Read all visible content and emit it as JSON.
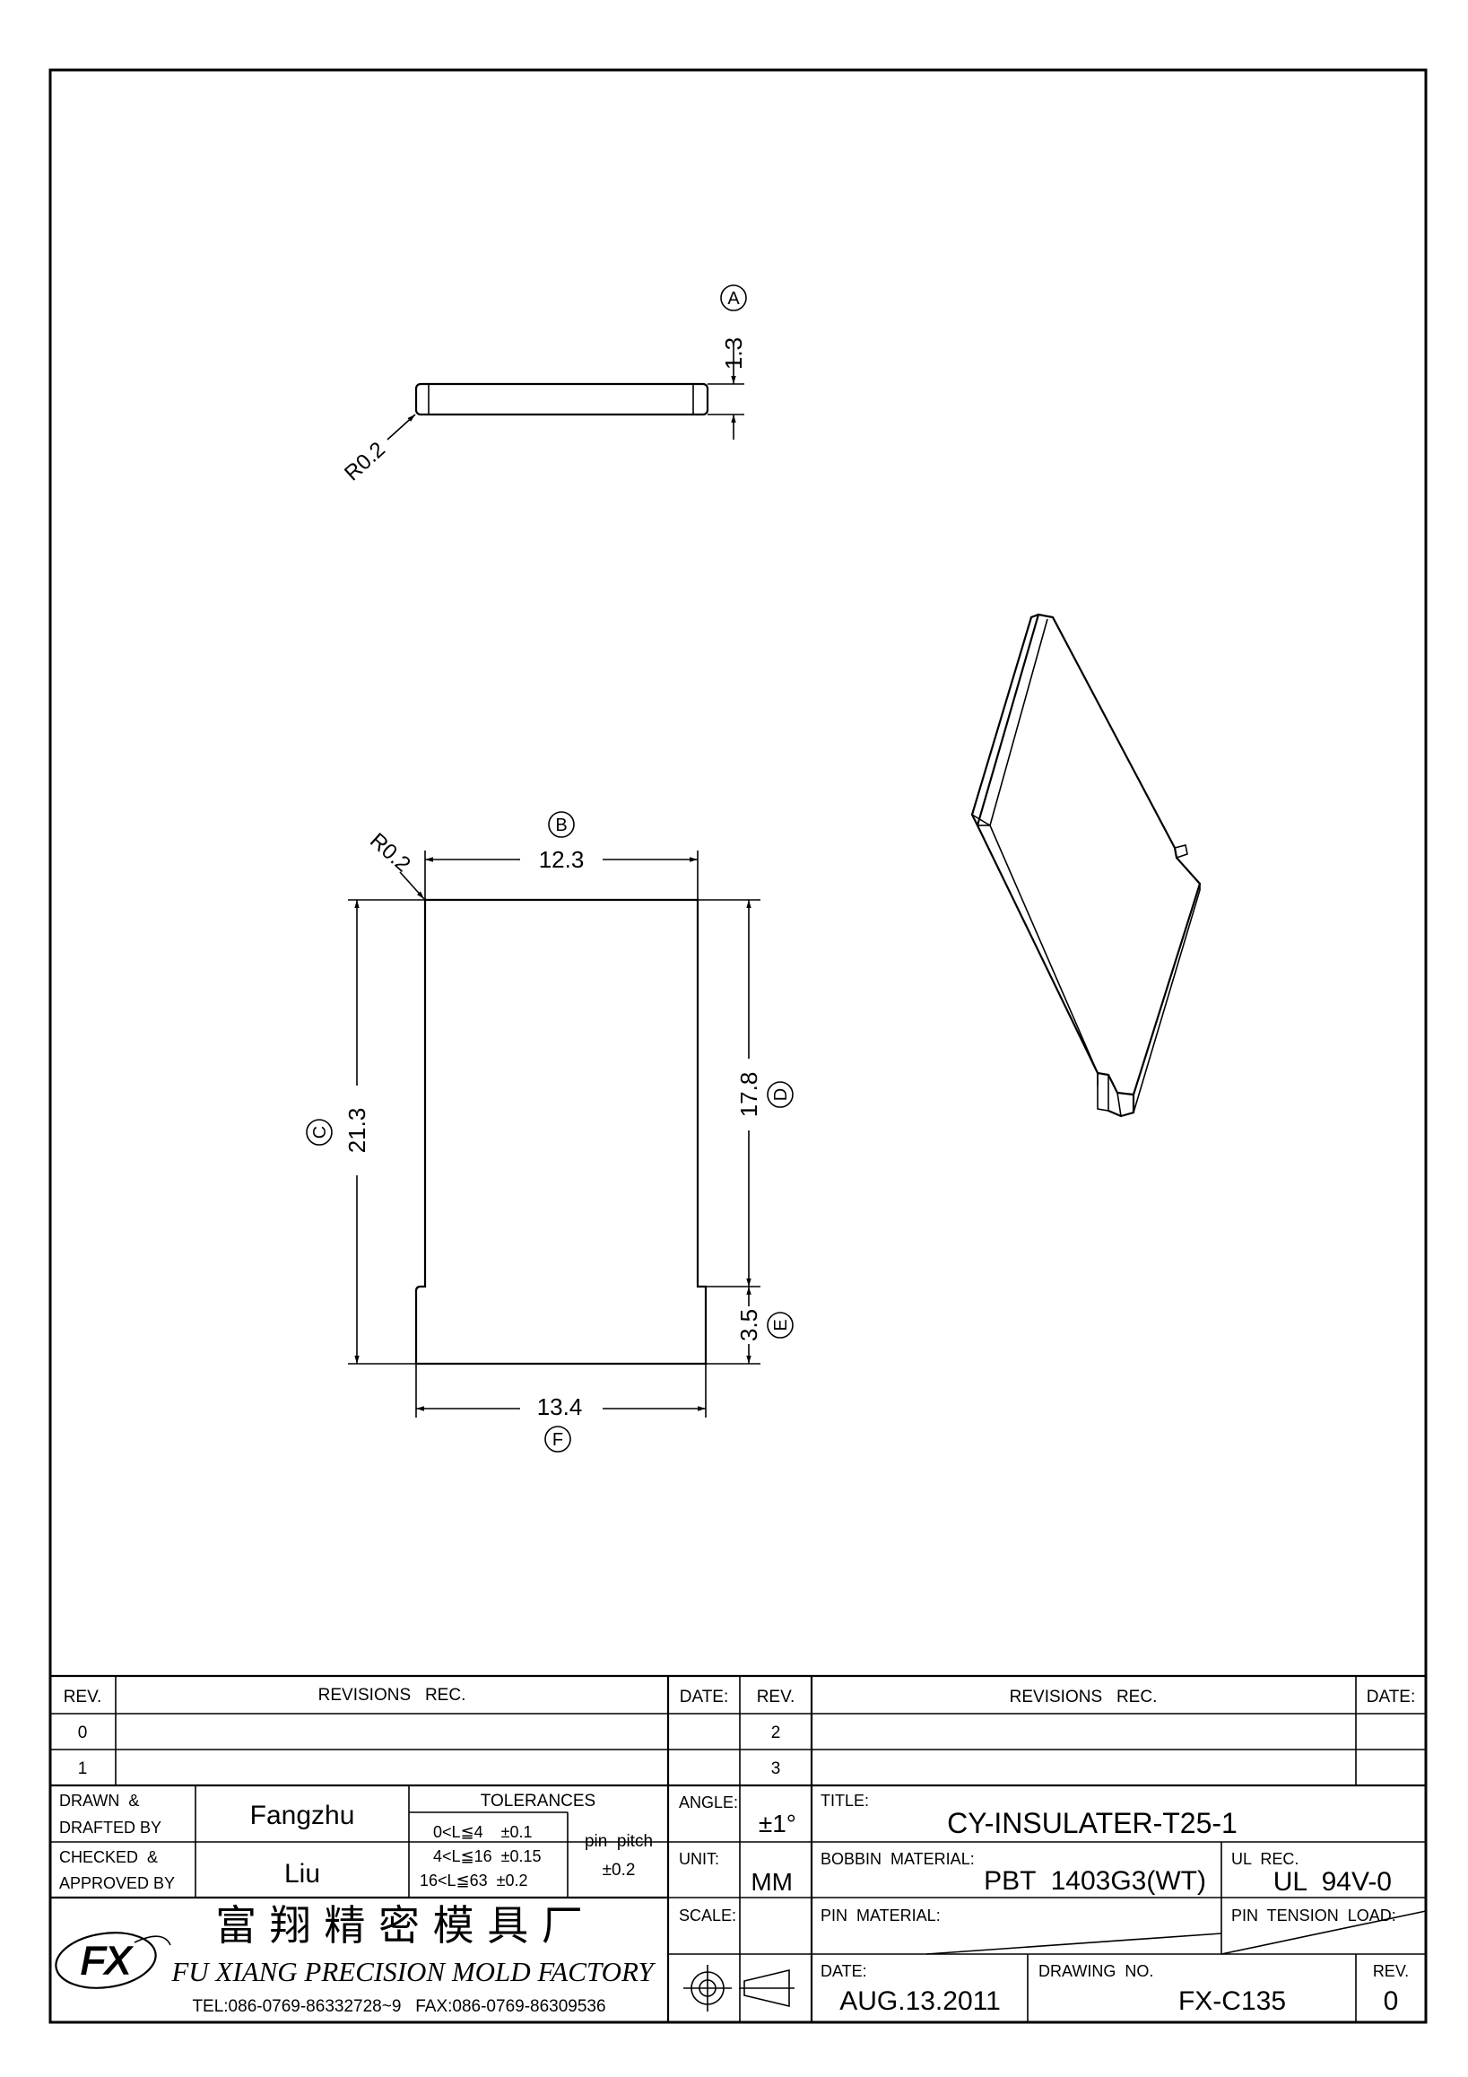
{
  "side_view": {
    "radius_label": "R0.2",
    "thickness_label": "1.3",
    "balloon": "A"
  },
  "top_view": {
    "radius_label": "R0.2",
    "width_top_label": "12.3",
    "balloon_width_top": "B",
    "height_total_label": "21.3",
    "balloon_height_total": "C",
    "height_body_label": "17.8",
    "balloon_height_body": "D",
    "height_tab_label": "3.5",
    "balloon_height_tab": "E",
    "width_bottom_label": "13.4",
    "balloon_width_bottom": "F"
  },
  "revisions": {
    "headers": {
      "rev_left": "REV.",
      "rec_left": "REVISIONS   REC.",
      "date_left": "DATE:",
      "rev_right": "REV.",
      "rec_right": "REVISIONS   REC.",
      "date_right": "DATE:"
    },
    "rows_left": [
      "0",
      "1"
    ],
    "rows_right": [
      "2",
      "3"
    ]
  },
  "title_block": {
    "drawn_label_1": "DRAWN  &",
    "drawn_label_2": "DRAFTED BY",
    "drawn_value": "Fangzhu",
    "checked_label_1": "CHECKED  &",
    "checked_label_2": "APPROVED BY",
    "checked_value": "Liu",
    "tolerances_label": "TOLERANCES",
    "tol_row_1": "0<L≦4    ±0.1",
    "tol_row_2": "4<L≦16  ±0.15",
    "tol_row_3": "16<L≦63  ±0.2",
    "pin_pitch_label": "pin  pitch",
    "pin_pitch_value": "±0.2",
    "angle_label": "ANGLE:",
    "angle_value": "±1°",
    "unit_label": "UNIT:",
    "unit_value": "MM",
    "scale_label": "SCALE:",
    "title_label": "TITLE:",
    "title_value": "CY-INSULATER-T25-1",
    "bobbin_label": "BOBBIN  MATERIAL:",
    "bobbin_value": "PBT  1403G3(WT)",
    "ul_label": "UL  REC.",
    "ul_value": "UL  94V-0",
    "pin_material_label": "PIN  MATERIAL:",
    "pin_tension_label": "PIN  TENSION  LOAD:",
    "date_label": "DATE:",
    "date_value": "AUG.13.2011",
    "drawing_no_label": "DRAWING  NO.",
    "drawing_no_value": "FX-C135",
    "rev_label": "REV.",
    "rev_value": "0"
  },
  "company": {
    "logo_text": "FX",
    "name_cn": "富 翔 精 密 模 具 厂",
    "name_en": "FU XIANG PRECISION MOLD FACTORY",
    "contact": "TEL:086-0769-86332728~9   FAX:086-0769-86309536"
  }
}
